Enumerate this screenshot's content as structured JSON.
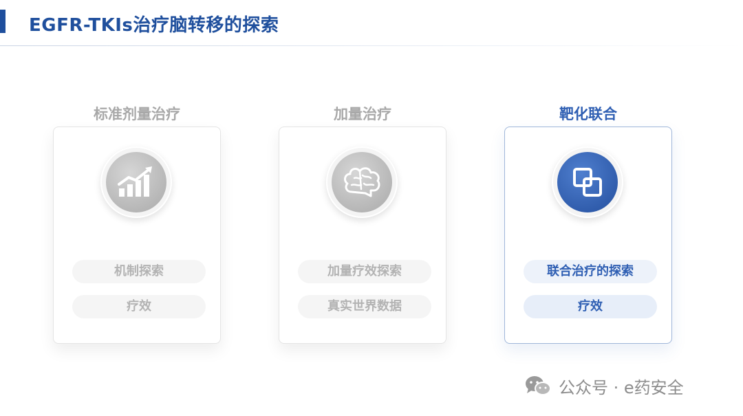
{
  "header": {
    "title": "EGFR-TKIs治疗脑转移的探索"
  },
  "columns": [
    {
      "heading": "标准剂量治疗",
      "icon": "growth-chart-icon",
      "pills": [
        "机制探索",
        "疗效"
      ],
      "active": false
    },
    {
      "heading": "加量治疗",
      "icon": "brain-icon",
      "pills": [
        "加量疗效探索",
        "真实世界数据"
      ],
      "active": false
    },
    {
      "heading": "靶化联合",
      "icon": "link-squares-icon",
      "pills": [
        "联合治疗的探索",
        "疗效"
      ],
      "active": true
    }
  ],
  "colors": {
    "accent": "#2f5fb3",
    "title": "#1f4f9d",
    "inactive": "#b3b3b3"
  },
  "watermark": {
    "text": "公众号 · e药安全",
    "icon": "wechat-icon"
  }
}
